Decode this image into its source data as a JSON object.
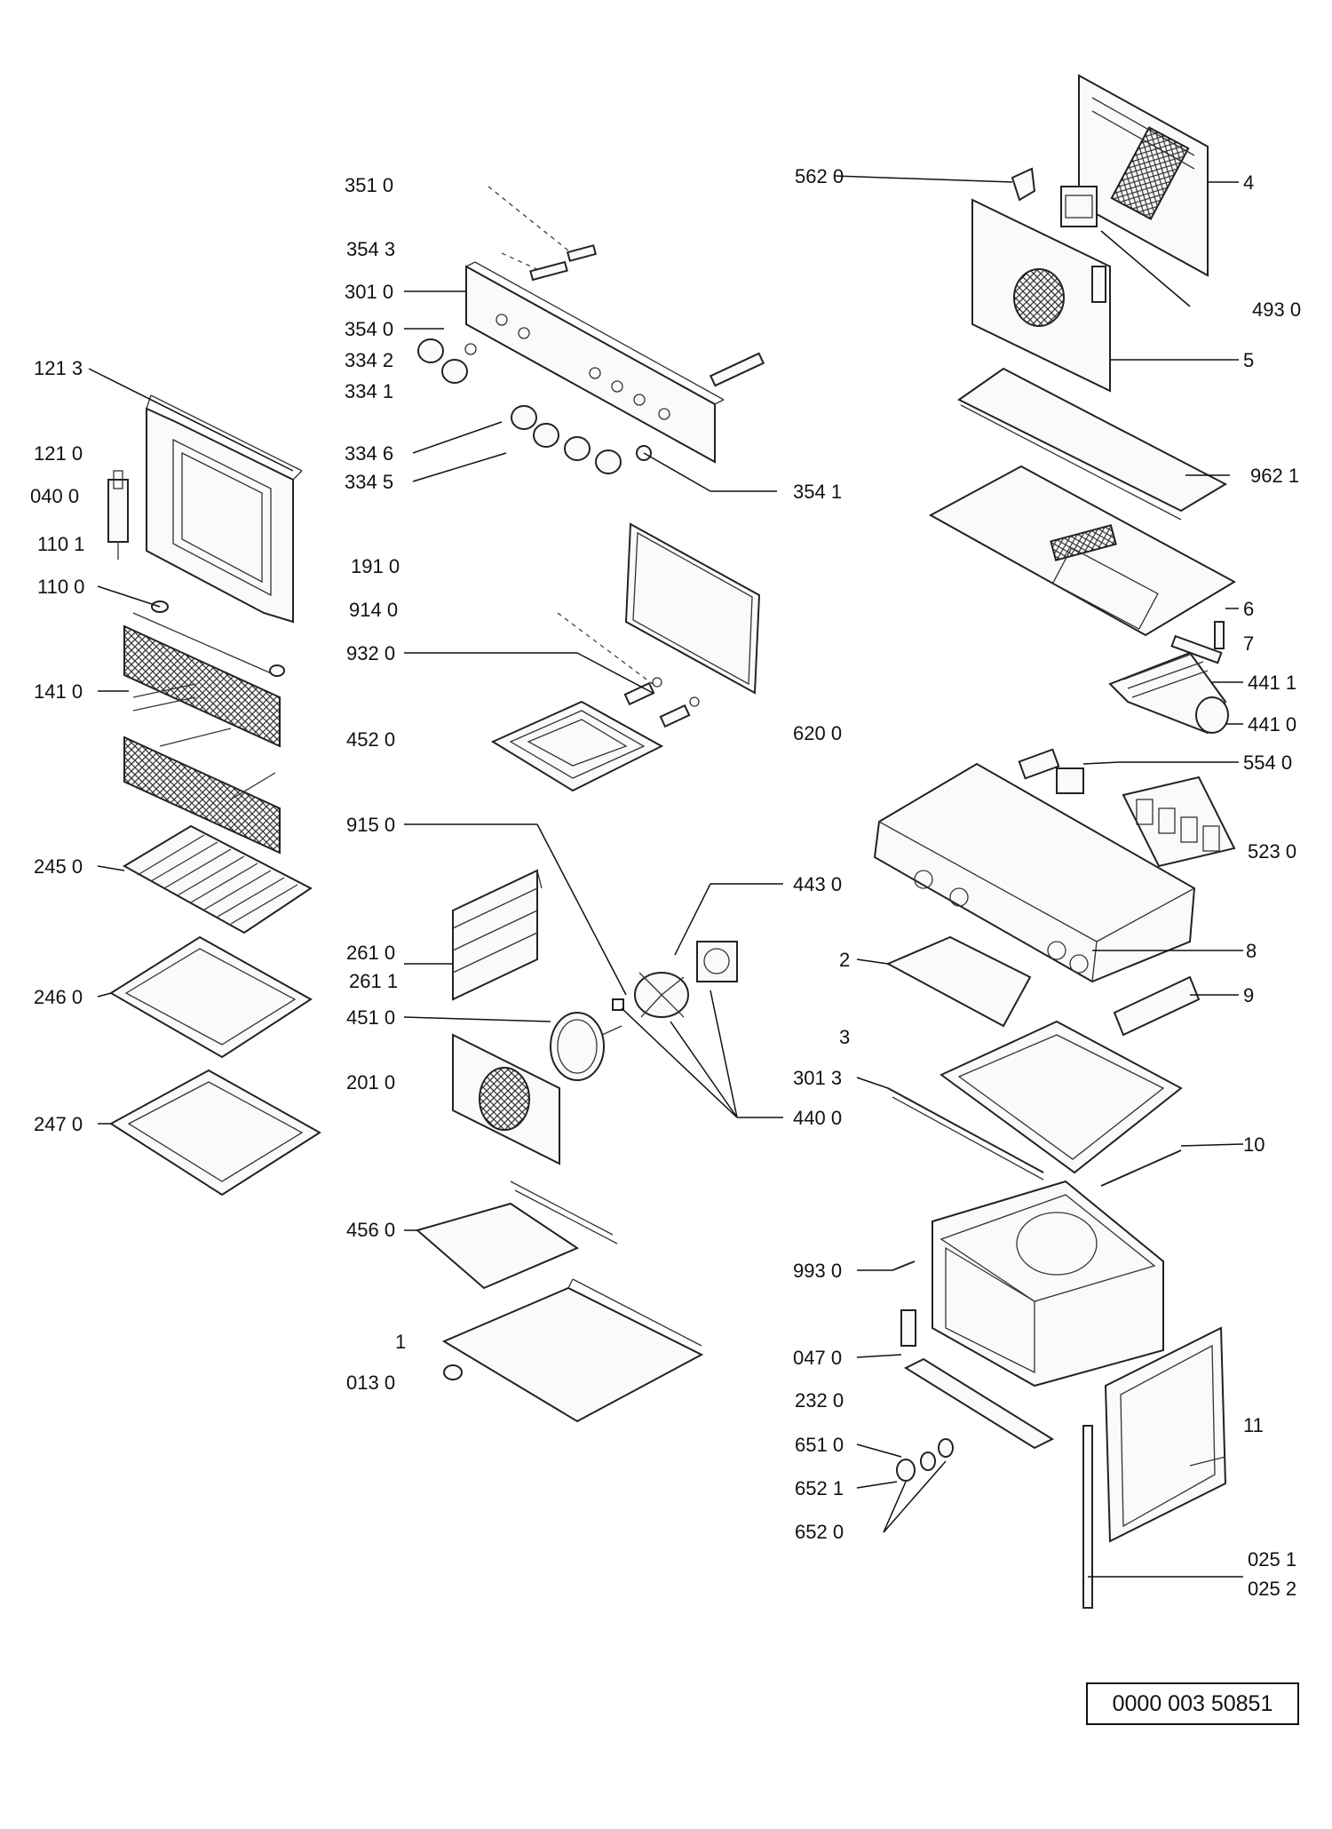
{
  "diagram": {
    "reference_code": "0000 003 50851",
    "labels": [
      "351 0",
      "354 3",
      "301 0",
      "354 0",
      "334 2",
      "334 1",
      "334 6",
      "334 5",
      "354 1",
      "121 3",
      "121 0",
      "040 0",
      "110 1",
      "110 0",
      "141 0",
      "245 0",
      "246 0",
      "247 0",
      "191 0",
      "914 0",
      "932 0",
      "452 0",
      "915 0",
      "261 0",
      "261 1",
      "451 0",
      "201 0",
      "456 0",
      "1",
      "013 0",
      "562 0",
      "4",
      "493 0",
      "5",
      "962 1",
      "6",
      "7",
      "441 1",
      "441 0",
      "620 0",
      "554 0",
      "523 0",
      "443 0",
      "8",
      "2",
      "9",
      "3",
      "301 3",
      "440 0",
      "10",
      "993 0",
      "047 0",
      "232 0",
      "11",
      "651 0",
      "652 1",
      "652 0",
      "025 1",
      "025 2"
    ]
  }
}
